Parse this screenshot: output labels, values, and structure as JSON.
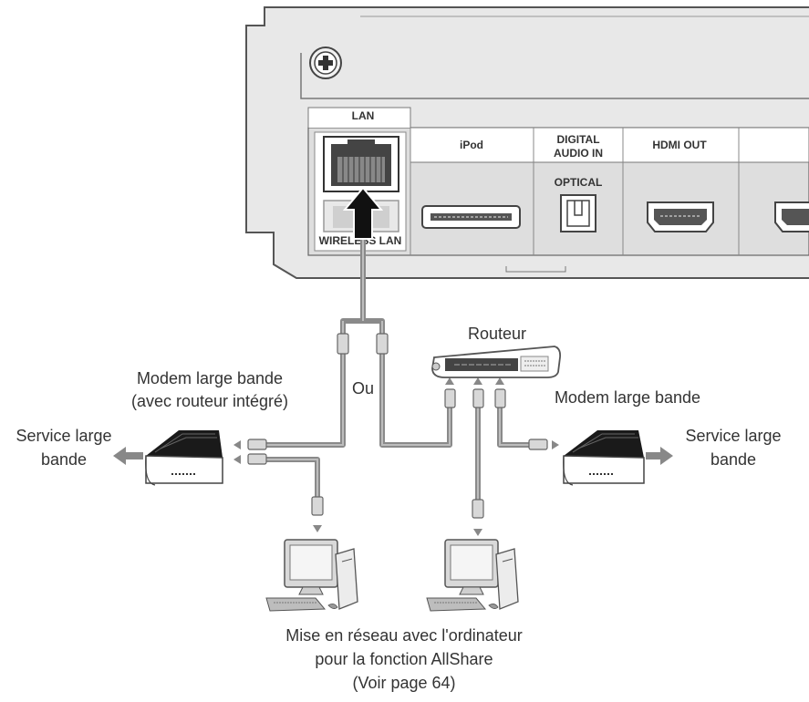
{
  "panel": {
    "ports": {
      "lan": "LAN",
      "wireless_lan": "WIRELESS LAN",
      "ipod": "iPod",
      "digital_audio_in_line1": "DIGITAL",
      "digital_audio_in_line2": "AUDIO IN",
      "optical": "OPTICAL",
      "hdmi_out": "HDMI OUT"
    }
  },
  "labels": {
    "router": "Routeur",
    "or": "Ou",
    "modem_router_line1": "Modem large bande",
    "modem_router_line2": "(avec routeur intégré)",
    "modem_right": "Modem large bande",
    "service_left_line1": "Service large",
    "service_left_line2": "bande",
    "service_right_line1": "Service large",
    "service_right_line2": "bande",
    "caption_line1": "Mise en réseau avec l'ordinateur",
    "caption_line2": "pour la fonction AllShare",
    "caption_line3": "(Voir page 64)"
  },
  "colors": {
    "cable": "#8a8a8a",
    "panel_fill": "#e3e3e3",
    "panel_stroke": "#555555",
    "text": "#333333"
  }
}
